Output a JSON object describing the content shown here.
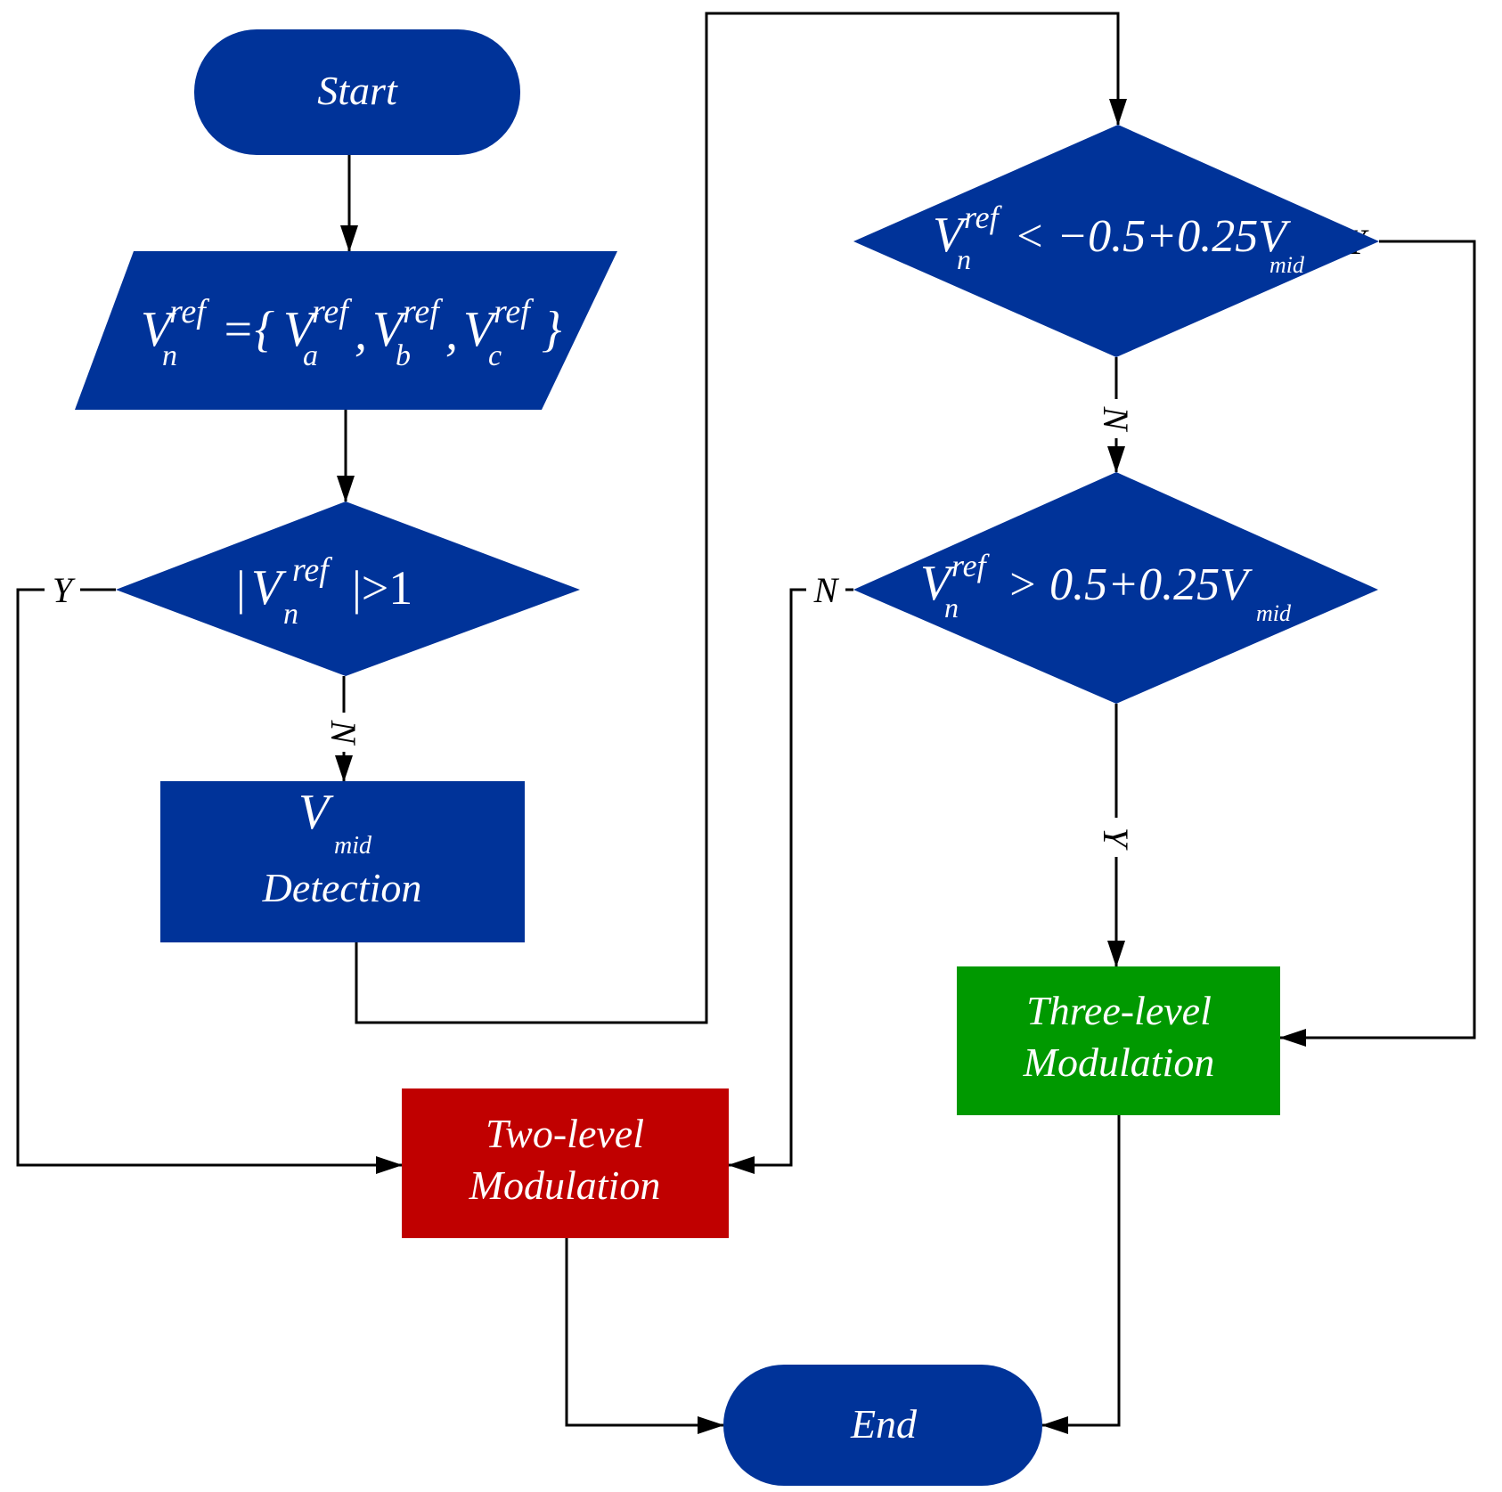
{
  "colors": {
    "blue": "#003399",
    "red": "#C00000",
    "green": "#009900",
    "line": "#000000",
    "text": "#FFFFFF"
  },
  "nodes": {
    "start": {
      "text": "Start"
    },
    "input": {
      "lhs_V": "V",
      "lhs_sup": "ref",
      "lhs_sub": "n",
      "eq": "={",
      "a_V": "V",
      "a_sup": "ref",
      "a_sub": "a",
      "comma1": ",",
      "b_V": "V",
      "b_sup": "ref",
      "b_sub": "b",
      "comma2": ",",
      "c_V": "V",
      "c_sup": "ref",
      "c_sub": "c",
      "close": "}"
    },
    "decision1": {
      "bar_open": "|",
      "V": "V",
      "sup": "ref",
      "sub": "n",
      "rest": "|>1"
    },
    "vmid": {
      "V": "V",
      "sub": "mid",
      "text": "Detection"
    },
    "decision2": {
      "V": "V",
      "sup": "ref",
      "sub": "n",
      "expr": "< −0.5+0.25V",
      "expr_sub": "mid"
    },
    "decision3": {
      "V": "V",
      "sup": "ref",
      "sub": "n",
      "expr": "> 0.5+0.25V",
      "expr_sub": "mid"
    },
    "two_level": {
      "line1": "Two-level",
      "line2": "Modulation"
    },
    "three_level": {
      "line1": "Three-level",
      "line2": "Modulation"
    },
    "end": {
      "text": "End"
    }
  },
  "edge_labels": {
    "d1_yes": "Y",
    "d1_no": "N",
    "d2_yes": "Y",
    "d2_no": "N",
    "d3_yes": "Y",
    "d3_no": "N"
  }
}
